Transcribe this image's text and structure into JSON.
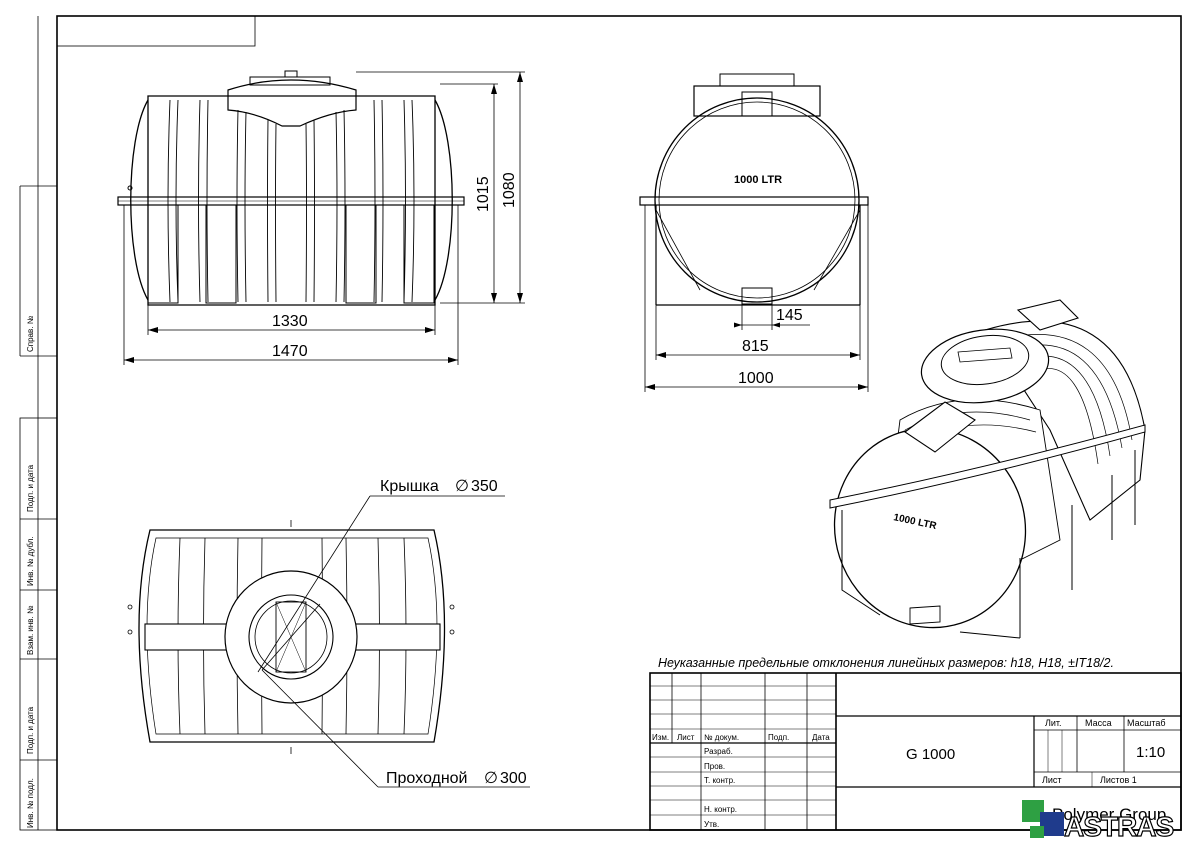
{
  "side_stamps": {
    "sprav": "Справ. №",
    "podp_data_1": "Подп. и дата",
    "inv_dubl": "Инв. № дубл.",
    "vzam_inv": "Взам. инв. №",
    "podp_data_2": "Подп. и дата",
    "inv_podl": "Инв. № подл."
  },
  "front_view": {
    "height_inner": "1015",
    "height_outer": "1080",
    "width_inner": "1330",
    "width_outer": "1470"
  },
  "end_view": {
    "tank_label": "1000 LTR",
    "strap_width": "145",
    "width_inner": "815",
    "width_outer": "1000"
  },
  "iso_view": {
    "tank_label": "1000 LTR"
  },
  "plan_view": {
    "lid_label": "Крышка",
    "lid_size": "350",
    "manhole_label": "Проходной",
    "manhole_size": "300",
    "diameter_symbol": "∅"
  },
  "tolerance_note": "Неуказанные предельные отклонения линейных размеров: h18, H18, ±IT18/2.",
  "title_block": {
    "headers": {
      "izm": "Изм.",
      "list": "Лист",
      "doc": "№ докум.",
      "podp": "Подп.",
      "data": "Дата"
    },
    "roles": [
      "Разраб.",
      "Пров.",
      "Т. контр.",
      "",
      "Н. контр.",
      "Утв."
    ],
    "designation": "G 1000",
    "lit_label": "Лит.",
    "mass_label": "Масса",
    "scale_label": "Масштаб",
    "scale_value": "1:10",
    "sheet_label": "Лист",
    "sheets_label": "Листов 1",
    "company": "Polymer Group",
    "logo_text": "ASTRAS"
  }
}
